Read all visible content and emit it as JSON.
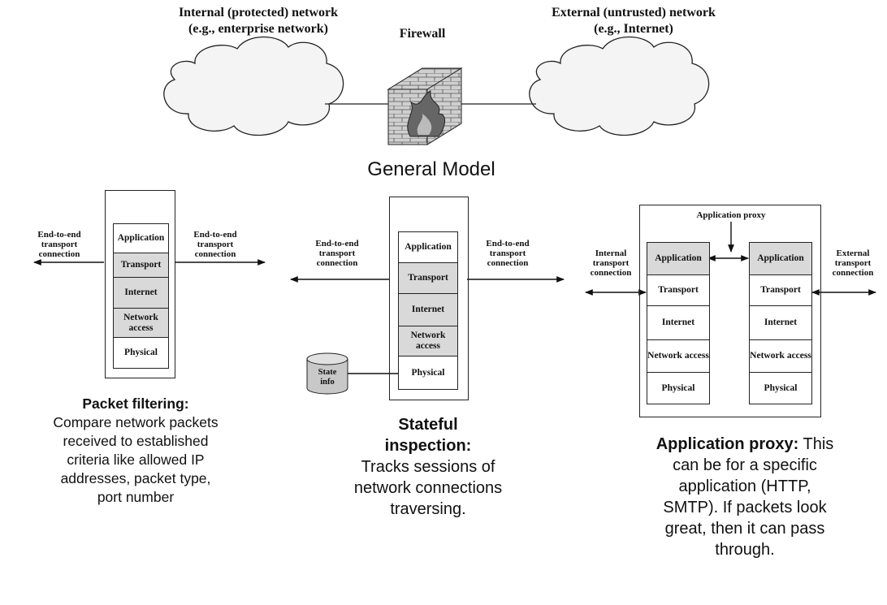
{
  "top_diagram": {
    "internal_label_1": "Internal (protected) network",
    "internal_label_2": "(e.g., enterprise network)",
    "firewall_label": "Firewall",
    "external_label_1": "External (untrusted) network",
    "external_label_2": "(e.g., Internet)"
  },
  "general_model_title": "General Model",
  "packet_filtering": {
    "left_conn": "End-to-end transport connection",
    "right_conn": "End-to-end transport connection",
    "layers": [
      "Application",
      "Transport",
      "Internet",
      "Network access",
      "Physical"
    ],
    "title": "Packet filtering:",
    "desc": "Compare network packets received to established criteria like allowed IP addresses, packet type, port number"
  },
  "stateful_inspection": {
    "left_conn": "End-to-end transport connection",
    "right_conn": "End-to-end transport connection",
    "layers": [
      "Application",
      "Transport",
      "Internet",
      "Network access",
      "Physical"
    ],
    "state_label": "State info",
    "title": "Stateful inspection:",
    "desc": "Tracks sessions of network connections traversing."
  },
  "application_proxy": {
    "proxy_label": "Application proxy",
    "left_conn": "Internal transport connection",
    "right_conn": "External transport connection",
    "layers": [
      "Application",
      "Transport",
      "Internet",
      "Network access",
      "Physical"
    ],
    "title": "Application proxy:",
    "desc": "This can be for a specific application (HTTP, SMTP). If packets look great, then it can pass through."
  }
}
